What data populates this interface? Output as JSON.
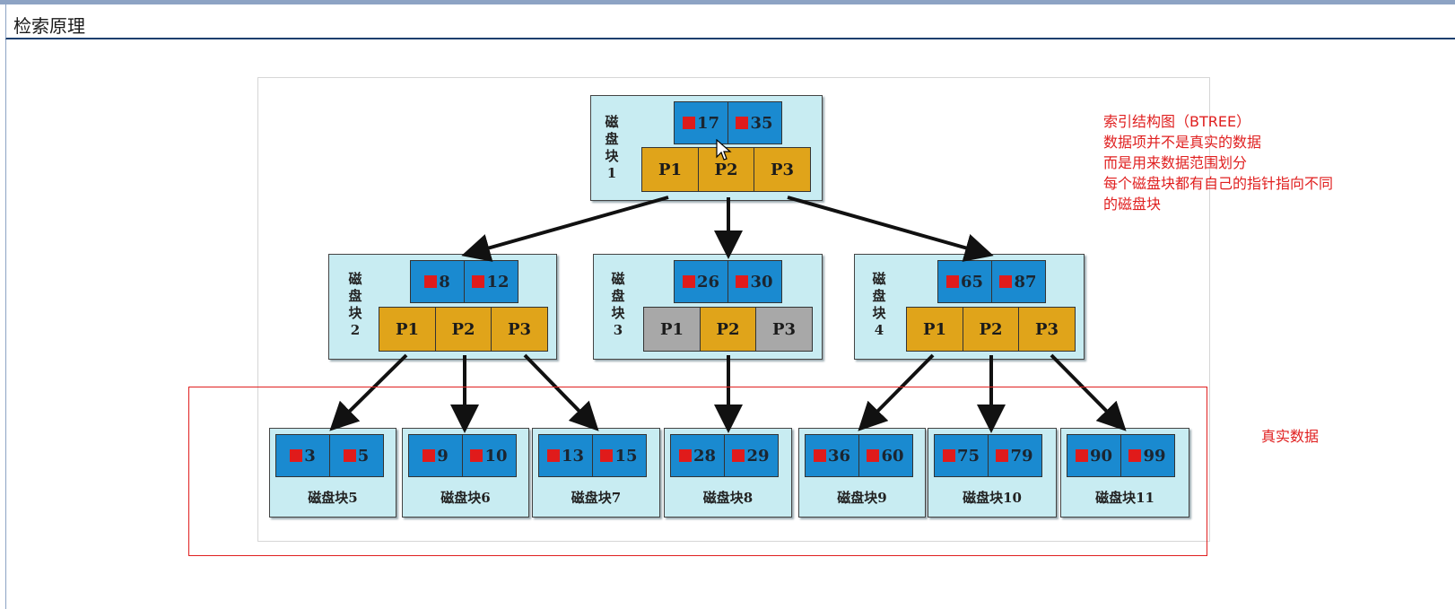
{
  "page": {
    "title": "检索原理"
  },
  "diagram": {
    "root": {
      "label": "磁盘块1",
      "label_chars": [
        "磁",
        "盘",
        "块",
        "1"
      ],
      "keys": [
        "17",
        "35"
      ],
      "pointers": [
        "P1",
        "P2",
        "P3"
      ]
    },
    "middle": [
      {
        "label_chars": [
          "磁",
          "盘",
          "块",
          "2"
        ],
        "keys": [
          "8",
          "12"
        ],
        "pointers": [
          "P1",
          "P2",
          "P3"
        ],
        "pointer_grey": [
          false,
          false,
          false
        ]
      },
      {
        "label_chars": [
          "磁",
          "盘",
          "块",
          "3"
        ],
        "keys": [
          "26",
          "30"
        ],
        "pointers": [
          "P1",
          "P2",
          "P3"
        ],
        "pointer_grey": [
          true,
          false,
          true
        ]
      },
      {
        "label_chars": [
          "磁",
          "盘",
          "块",
          "4"
        ],
        "keys": [
          "65",
          "87"
        ],
        "pointers": [
          "P1",
          "P2",
          "P3"
        ],
        "pointer_grey": [
          false,
          false,
          false
        ]
      }
    ],
    "leaves": [
      {
        "label": "磁盘块5",
        "keys": [
          "3",
          "5"
        ]
      },
      {
        "label": "磁盘块6",
        "keys": [
          "9",
          "10"
        ]
      },
      {
        "label": "磁盘块7",
        "keys": [
          "13",
          "15"
        ]
      },
      {
        "label": "磁盘块8",
        "keys": [
          "28",
          "29"
        ]
      },
      {
        "label": "磁盘块9",
        "keys": [
          "36",
          "60"
        ]
      },
      {
        "label": "磁盘块10",
        "keys": [
          "75",
          "79"
        ]
      },
      {
        "label": "磁盘块11",
        "keys": [
          "90",
          "99"
        ]
      }
    ]
  },
  "notes": {
    "lines": [
      "索引结构图（BTREE）",
      "数据项并不是真实的数据",
      "而是用来数据范围划分",
      "每个磁盘块都有自己的指针指向不同",
      "的磁盘块"
    ],
    "real_data_label": "真实数据"
  },
  "colors": {
    "key_fill": "#1a8ad0",
    "pointer_fill": "#e0a41a",
    "pointer_grey": "#a8a8a8",
    "block_bg": "#c8ecf2",
    "annotation": "#e02020"
  }
}
